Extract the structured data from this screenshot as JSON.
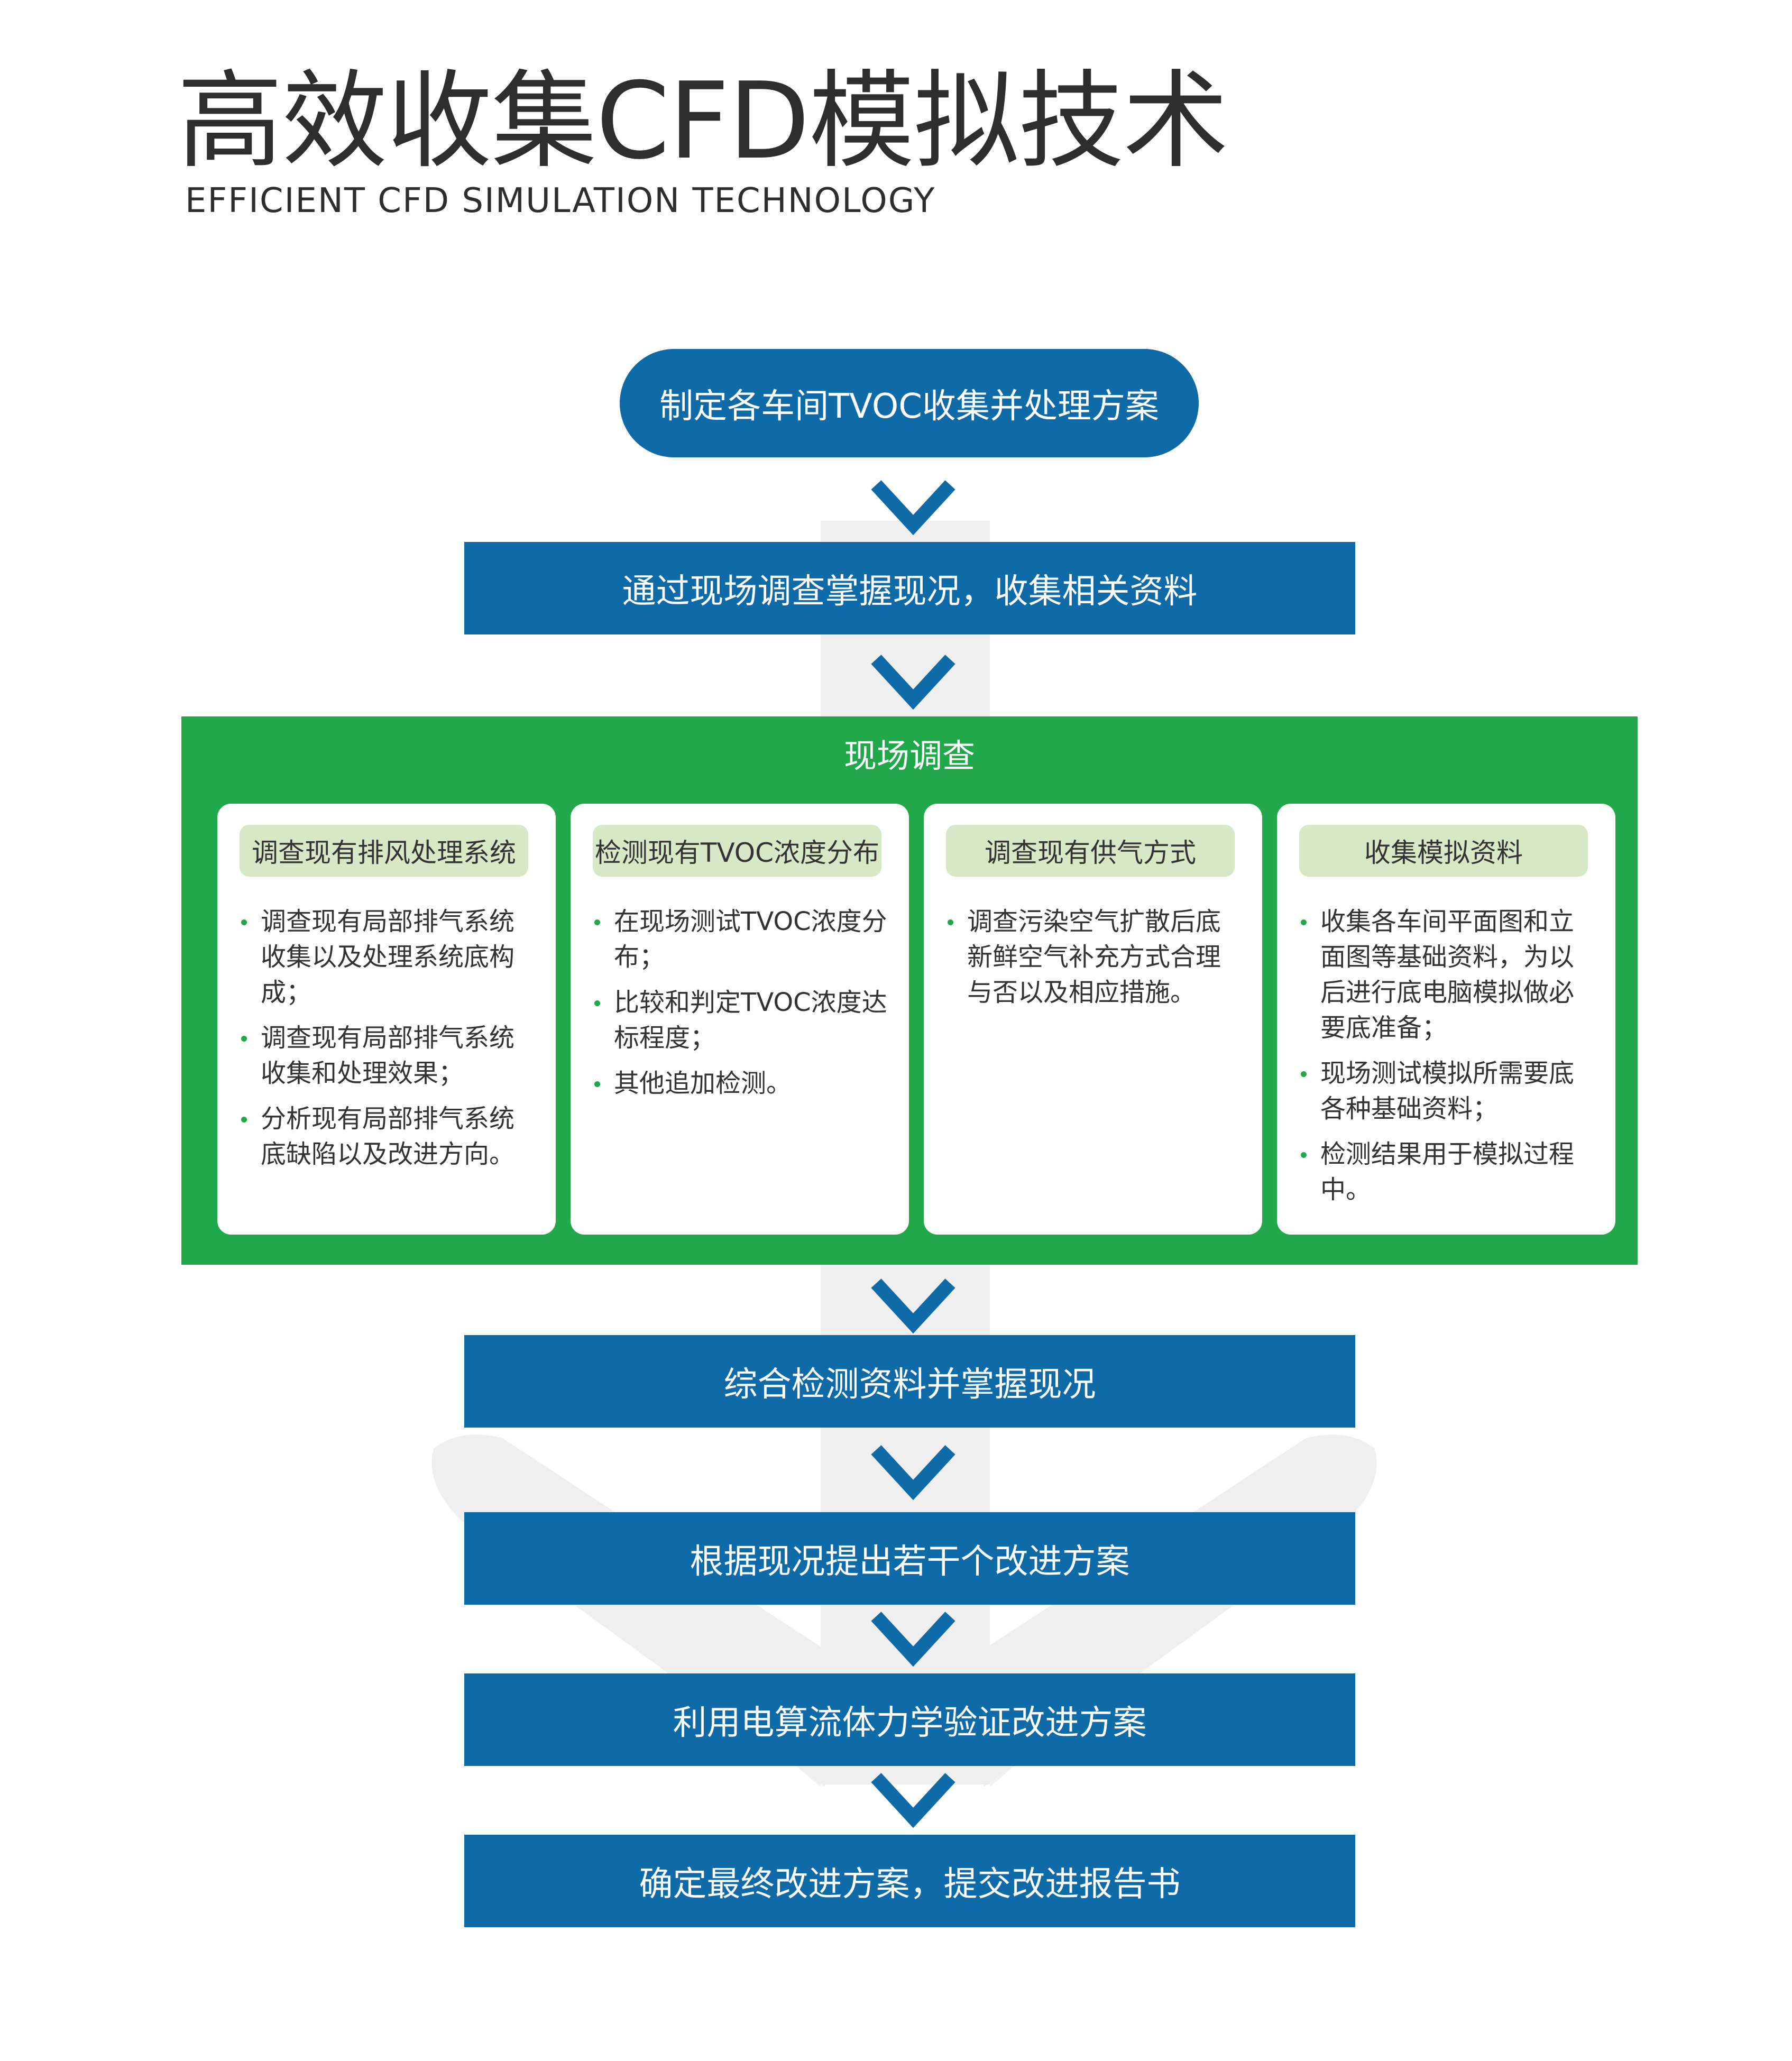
{
  "title": "高效收集CFD模拟技术",
  "subtitle": "EFFICIENT CFD SIMULATION TECHNOLOGY",
  "colors": {
    "primary_blue": "#0f6aa8",
    "survey_green": "#21a84b",
    "card_header_green": "#d7e8c7",
    "background_art_gray": "#efefef"
  },
  "steps": {
    "step1": "制定各车间TVOC收集并处理方案",
    "step2": "通过现场调查掌握现况，收集相关资料",
    "step3": "综合检测资料并掌握现况",
    "step4": "根据现况提出若干个改进方案",
    "step5": "利用电算流体力学验证改进方案",
    "step6": "确定最终改进方案，提交改进报告书"
  },
  "survey": {
    "title": "现场调查",
    "cards": [
      {
        "heading": "调查现有排风处理系统",
        "items": [
          "调查现有局部排气系统收集以及处理系统底构成；",
          "调查现有局部排气系统收集和处理效果；",
          "分析现有局部排气系统底缺陷以及改进方向。"
        ]
      },
      {
        "heading": "检测现有TVOC浓度分布",
        "items": [
          "在现场测试TVOC浓度分布；",
          "比较和判定TVOC浓度达标程度；",
          "其他追加检测。"
        ]
      },
      {
        "heading": "调查现有供气方式",
        "items": [
          "调查污染空气扩散后底新鲜空气补充方式合理与否以及相应措施。"
        ]
      },
      {
        "heading": "收集模拟资料",
        "items": [
          "收集各车间平面图和立面图等基础资料，为以后进行底电脑模拟做必要底准备；",
          "现场测试模拟所需要底各种基础资料；",
          "检测结果用于模拟过程中。"
        ]
      }
    ]
  },
  "icons": {
    "flow_arrow": "chevron-down-icon",
    "bullet": "bullet-dot-icon"
  }
}
